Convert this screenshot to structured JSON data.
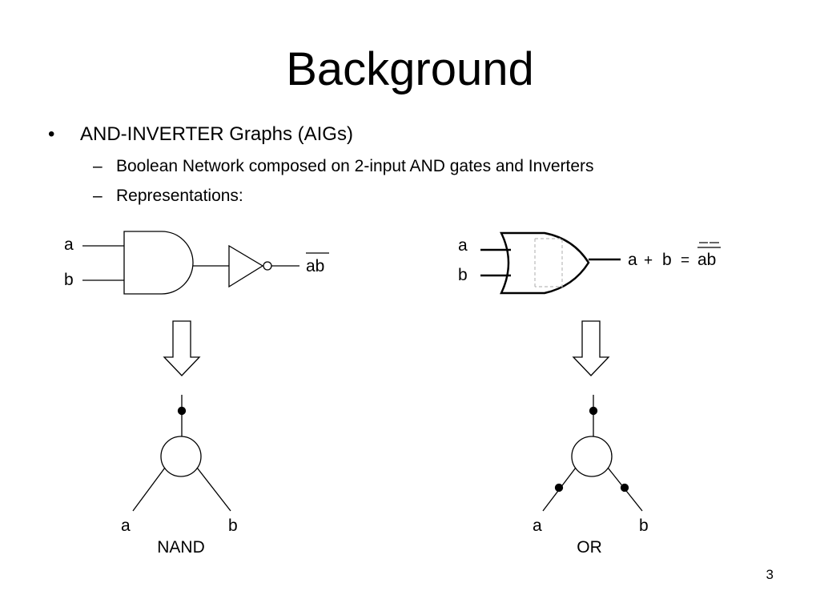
{
  "slide": {
    "title": "Background",
    "page_number": "3"
  },
  "bullets": {
    "main_marker": "•",
    "main": "AND-INVERTER Graphs (AIGs)",
    "sub_marker": "–",
    "sub1": "Boolean Network composed on 2-input AND gates and Inverters",
    "sub2": "Representations:"
  },
  "nand_diagram": {
    "input_a": "a",
    "input_b": "b",
    "output_expr": "ab",
    "aig_left_label": "a",
    "aig_right_label": "b",
    "caption": "NAND"
  },
  "or_diagram": {
    "input_a": "a",
    "input_b": "b",
    "expr_a": "a",
    "expr_plus": "+",
    "expr_b": "b",
    "expr_equals": "=",
    "expr_rhs": "ab",
    "aig_left_label": "a",
    "aig_right_label": "b",
    "caption": "OR"
  }
}
